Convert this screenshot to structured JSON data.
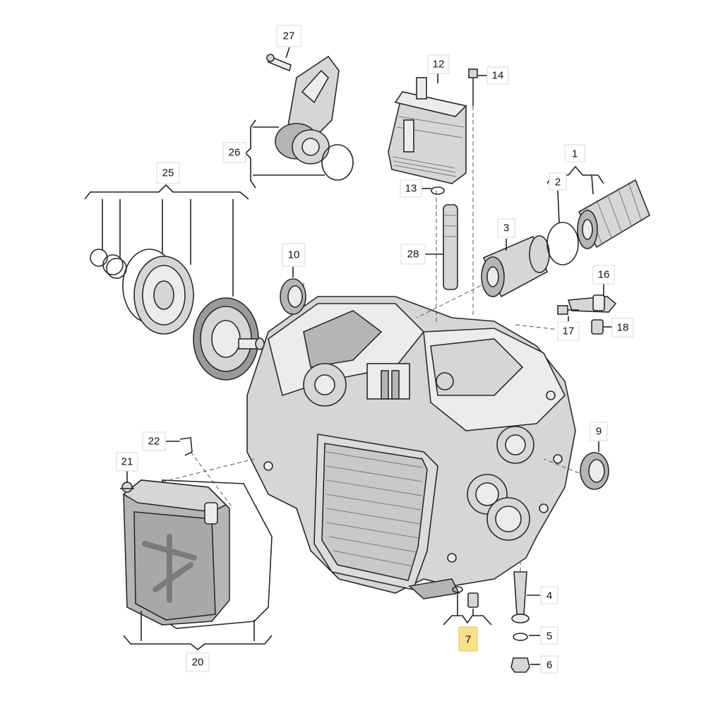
{
  "diagram": {
    "callouts": [
      {
        "id": "c1",
        "label": "1"
      },
      {
        "id": "c2",
        "label": "2"
      },
      {
        "id": "c3",
        "label": "3"
      },
      {
        "id": "c4",
        "label": "4"
      },
      {
        "id": "c5",
        "label": "5"
      },
      {
        "id": "c6",
        "label": "6"
      },
      {
        "id": "c7",
        "label": "7",
        "highlighted": true
      },
      {
        "id": "c9",
        "label": "9"
      },
      {
        "id": "c10",
        "label": "10"
      },
      {
        "id": "c12",
        "label": "12"
      },
      {
        "id": "c13",
        "label": "13"
      },
      {
        "id": "c14",
        "label": "14"
      },
      {
        "id": "c16",
        "label": "16"
      },
      {
        "id": "c17",
        "label": "17"
      },
      {
        "id": "c18",
        "label": "18"
      },
      {
        "id": "c20",
        "label": "20"
      },
      {
        "id": "c21",
        "label": "21"
      },
      {
        "id": "c22",
        "label": "22"
      },
      {
        "id": "c25",
        "label": "25"
      },
      {
        "id": "c26",
        "label": "26"
      },
      {
        "id": "c27",
        "label": "27"
      },
      {
        "id": "c28",
        "label": "28"
      }
    ],
    "colors": {
      "highlight": "#fbe08a",
      "line": "#222222",
      "part_fill": "#d6d6d6"
    }
  }
}
